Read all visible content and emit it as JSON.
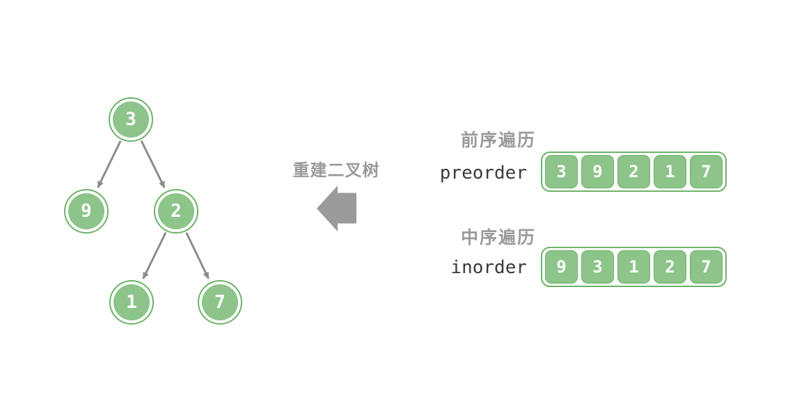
{
  "middle": {
    "label": "重建二叉树"
  },
  "tree": {
    "nodes": [
      {
        "value": "3"
      },
      {
        "value": "9"
      },
      {
        "value": "2"
      },
      {
        "value": "1"
      },
      {
        "value": "7"
      }
    ],
    "edges": [
      [
        "3",
        "9"
      ],
      [
        "3",
        "2"
      ],
      [
        "2",
        "1"
      ],
      [
        "2",
        "7"
      ]
    ]
  },
  "sequences": [
    {
      "label_cn": "前序遍历",
      "label_en": "preorder",
      "values": [
        "3",
        "9",
        "2",
        "1",
        "7"
      ]
    },
    {
      "label_cn": "中序遍历",
      "label_en": "inorder",
      "values": [
        "9",
        "3",
        "1",
        "2",
        "7"
      ]
    }
  ],
  "colors": {
    "green_fill": "#8CC48A",
    "green_border": "#6CB267",
    "edge_gray": "#8C8C8C",
    "arrow_gray": "#9A9A9A",
    "label_gray": "#9A9A9A",
    "text_dark": "#3A3A3A",
    "value_white": "#FFFFFF",
    "background": "#FFFFFF"
  }
}
